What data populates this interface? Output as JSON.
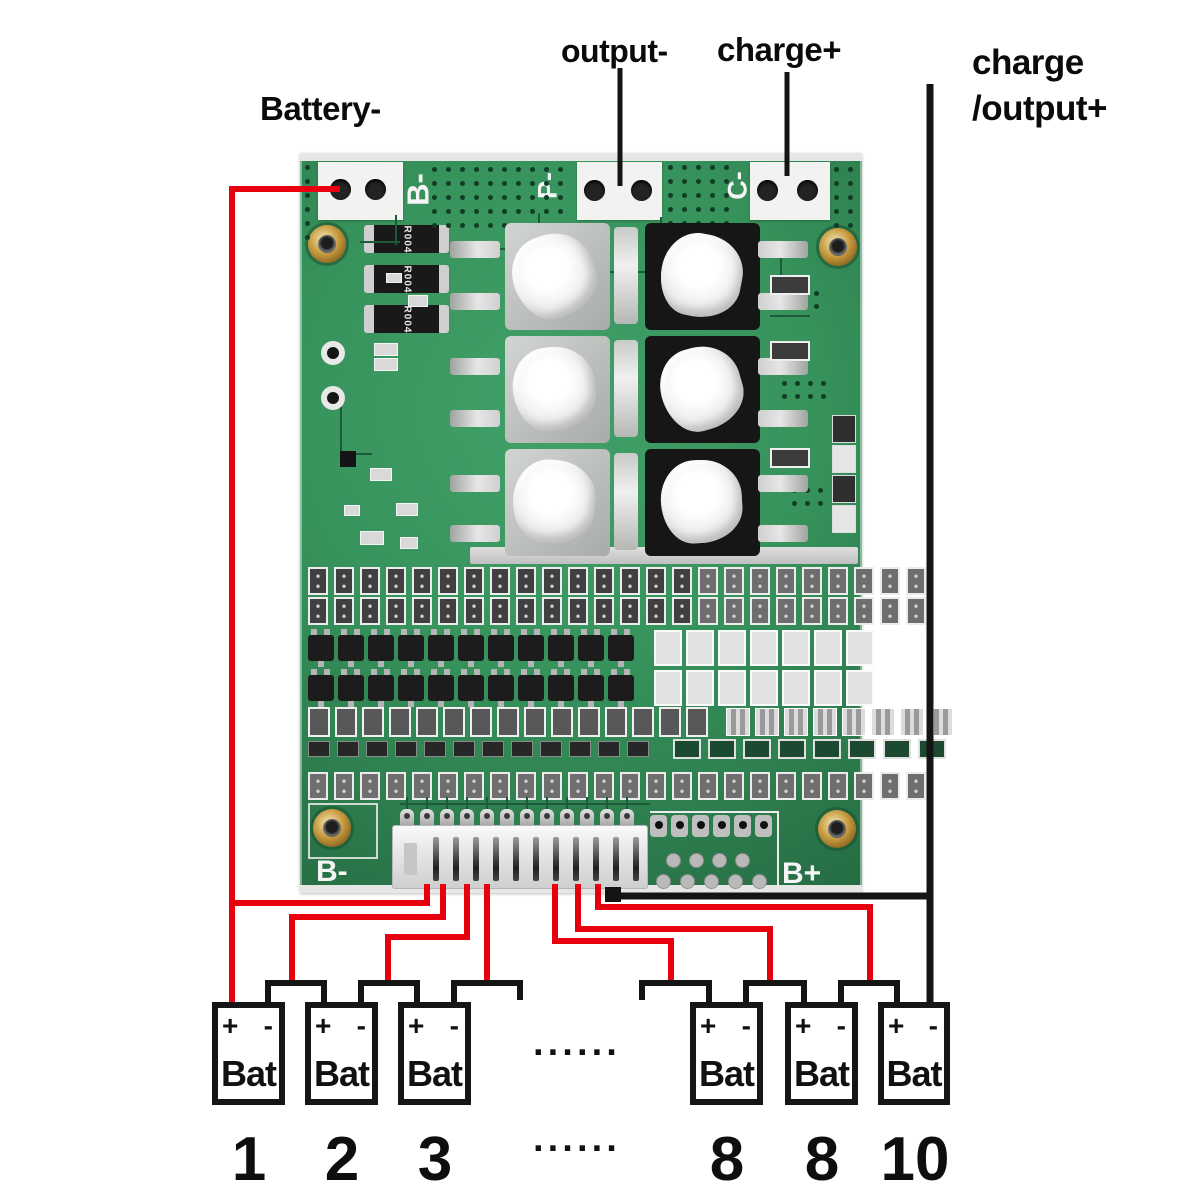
{
  "labels": {
    "battery_minus": "Battery-",
    "output_minus": "output-",
    "charge_plus": "charge+",
    "charge_output_line1": "charge",
    "charge_output_line2": "/output+"
  },
  "board": {
    "silkscreen": {
      "top_b_minus": "B-",
      "top_p_minus": "P-",
      "top_c_minus": "C-",
      "bottom_b_minus": "B-",
      "bottom_b_plus": "B+",
      "diode_marking": "R004"
    }
  },
  "batteries": [
    {
      "plus": "+",
      "minus": "-",
      "label": "Bat",
      "number": "1"
    },
    {
      "plus": "+",
      "minus": "-",
      "label": "Bat",
      "number": "2"
    },
    {
      "plus": "+",
      "minus": "-",
      "label": "Bat",
      "number": "3"
    },
    {
      "plus": "+",
      "minus": "-",
      "label": "Bat",
      "number": "8"
    },
    {
      "plus": "+",
      "minus": "-",
      "label": "Bat",
      "number": "8"
    },
    {
      "plus": "+",
      "minus": "-",
      "label": "Bat",
      "number": "10"
    }
  ],
  "ellipsis": {
    "boxes_row": "······",
    "numbers_row": "······"
  },
  "colors": {
    "wire_red": "#e8000f",
    "wire_black": "#141414",
    "pcb_green": "#37935c",
    "pcb_green_dark": "#1d5a39",
    "pad_white": "#f2f2f0",
    "silkscreen_white": "#f5f5f5",
    "screw_gold": "#c79a3e"
  }
}
